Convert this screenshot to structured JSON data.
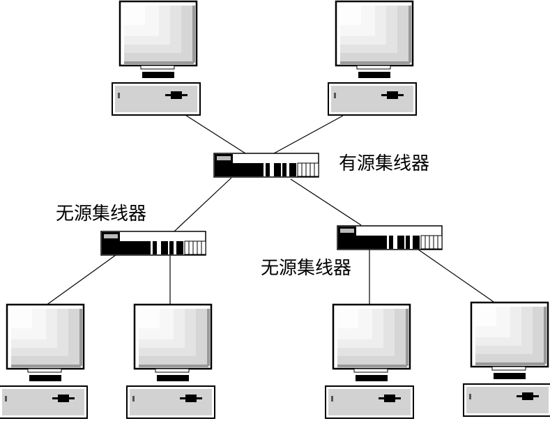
{
  "labels": {
    "active_hub": "有源集线器",
    "passive_hub_left": "无源集线器",
    "passive_hub_right": "无源集线器"
  },
  "colors": {
    "screen_outer": "#d8d8d8",
    "screen_mid": "#e6e6e6",
    "screen_inner": "#f2f2f2",
    "screen_core": "#fbfbfb",
    "case": "#cfcfcf",
    "line": "#000000"
  },
  "nodes": [
    {
      "id": "active-hub",
      "type": "hub"
    },
    {
      "id": "passive-hub-left",
      "type": "hub"
    },
    {
      "id": "passive-hub-right",
      "type": "hub"
    },
    {
      "id": "computer-top-left",
      "type": "computer"
    },
    {
      "id": "computer-top-right",
      "type": "computer"
    },
    {
      "id": "computer-bottom-1",
      "type": "computer"
    },
    {
      "id": "computer-bottom-2",
      "type": "computer"
    },
    {
      "id": "computer-bottom-3",
      "type": "computer"
    },
    {
      "id": "computer-bottom-4",
      "type": "computer"
    }
  ],
  "edges": [
    [
      "computer-top-left",
      "active-hub"
    ],
    [
      "computer-top-right",
      "active-hub"
    ],
    [
      "active-hub",
      "passive-hub-left"
    ],
    [
      "active-hub",
      "passive-hub-right"
    ],
    [
      "passive-hub-left",
      "computer-bottom-1"
    ],
    [
      "passive-hub-left",
      "computer-bottom-2"
    ],
    [
      "passive-hub-right",
      "computer-bottom-3"
    ],
    [
      "passive-hub-right",
      "computer-bottom-4"
    ]
  ]
}
